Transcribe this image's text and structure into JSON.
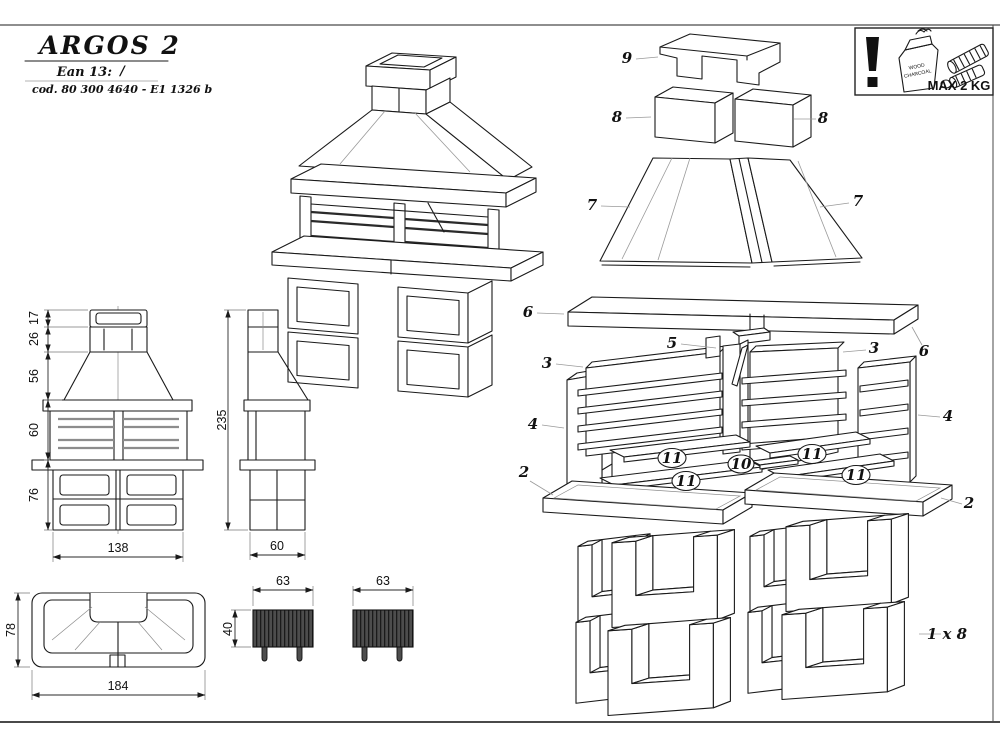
{
  "document": {
    "title": "ARGOS 2",
    "ean_label": "Ean 13:",
    "ean_value": "/",
    "product_code": "cod. 80 300 4640 - E1 1326 b"
  },
  "safety_notice": {
    "exclamation": "!",
    "bag_label_line1": "WOOD",
    "bag_label_line2": "CHARCOAL",
    "max_load": "MAX 2 KG"
  },
  "part_labels": {
    "p9": "9",
    "p8_left": "8",
    "p8_right": "8",
    "p7_left": "7",
    "p7_right": "7",
    "p6_left": "6",
    "p6_right": "6",
    "p5": "5",
    "p3_left": "3",
    "p3_right": "3",
    "p4_left": "4",
    "p4_right": "4",
    "p2_left": "2",
    "p2_right": "2",
    "p10": "10",
    "p11_a": "11",
    "p11_b": "11",
    "p11_c": "11",
    "p11_d": "11",
    "p1_qty": "1 x 8"
  },
  "dimensions_cm": {
    "front_view": {
      "cap_height": "17",
      "chimney_height": "26",
      "hood_height": "56",
      "firebox_height": "60",
      "base_height": "76",
      "width": "138"
    },
    "side_view": {
      "total_height": "235",
      "depth": "60"
    },
    "plan_view": {
      "depth": "78",
      "width": "184"
    },
    "grates": {
      "left_width": "63",
      "right_width": "63",
      "height": "40"
    }
  },
  "colors": {
    "line": "#1a1a1a",
    "grate_fill": "#4d4d4d"
  }
}
